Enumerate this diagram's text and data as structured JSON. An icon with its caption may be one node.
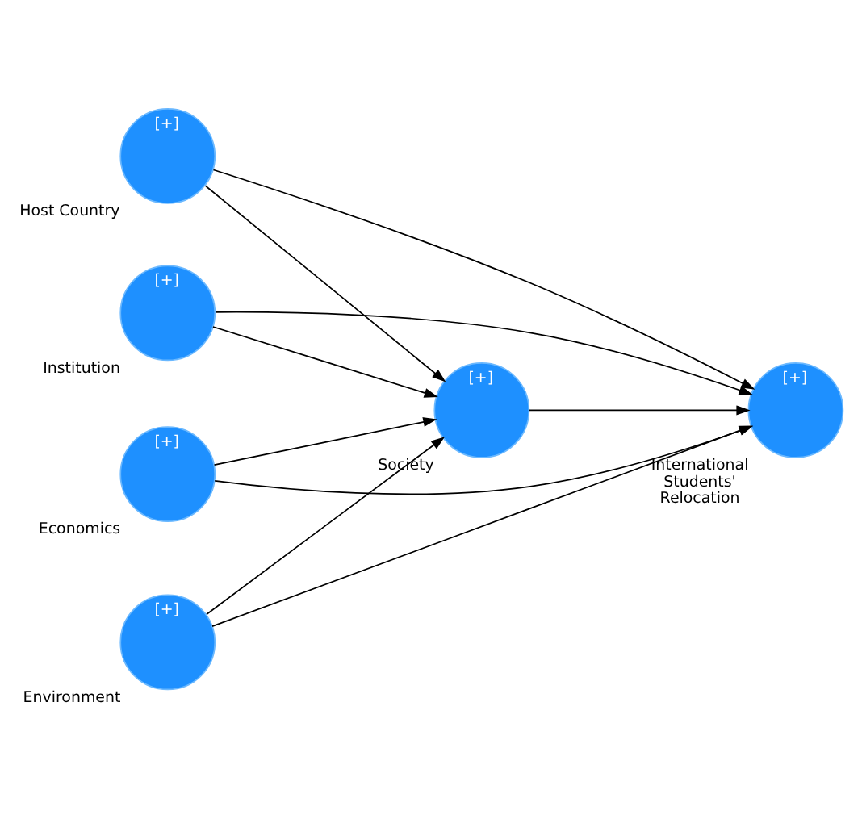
{
  "diagram": {
    "nodes": [
      {
        "text": [
          "[+]"
        ],
        "beside": [
          "Host Country"
        ]
      },
      {
        "text": [
          "[+]"
        ],
        "beside": [
          "Institution"
        ]
      },
      {
        "text": [
          "[+]"
        ],
        "beside": [
          "Economics"
        ]
      },
      {
        "text": [
          "[+]"
        ],
        "beside": [
          "Environment"
        ]
      },
      {
        "text": [
          "[+]"
        ],
        "beside": [
          "Society"
        ]
      },
      {
        "text": [
          "[+]"
        ],
        "beside": [
          "International Students' Relocation"
        ]
      }
    ],
    "edges": [
      {
        "from": 0,
        "to": 4,
        "arrow": "to"
      },
      {
        "from": 0,
        "to": 5,
        "arrow": "to"
      },
      {
        "from": 1,
        "to": 4,
        "arrow": "to"
      },
      {
        "from": 1,
        "to": 5,
        "arrow": "to"
      },
      {
        "from": 2,
        "to": 4,
        "arrow": "to"
      },
      {
        "from": 2,
        "to": 5,
        "arrow": "to"
      },
      {
        "from": 3,
        "to": 4,
        "arrow": "to"
      },
      {
        "from": 3,
        "to": 5,
        "arrow": "to"
      },
      {
        "from": 4,
        "to": 5,
        "arrow": "to"
      }
    ]
  }
}
